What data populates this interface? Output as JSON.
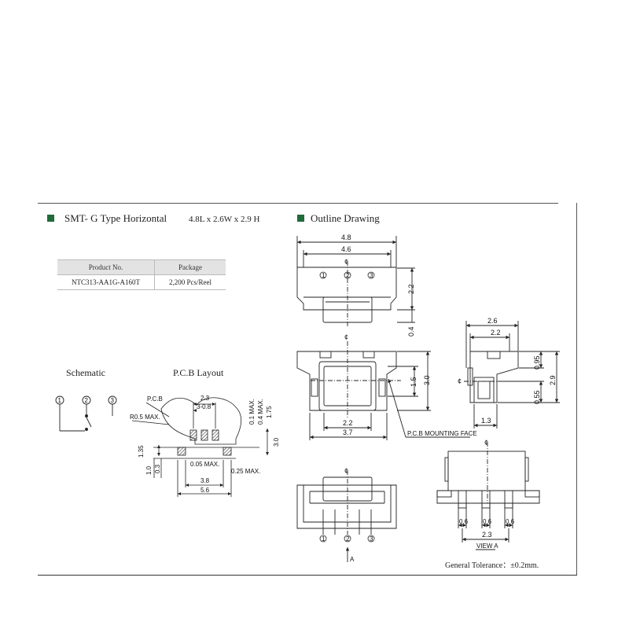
{
  "header": {
    "left_title": "SMT- G Type Horizontal",
    "left_dims": "4.8L x 2.6W x 2.9 H",
    "right_title": "Outline Drawing"
  },
  "product_table": {
    "headers": [
      "Product No.",
      "Package"
    ],
    "rows": [
      [
        "NTC313-AA1G-A160T",
        "2,200 Pcs/Reel"
      ]
    ]
  },
  "schematic": {
    "title": "Schematic",
    "pins": [
      "1",
      "2",
      "3"
    ]
  },
  "pcb_layout": {
    "title": "P.C.B Layout",
    "labels": {
      "pcb": "P.C.B",
      "r05": "R0.5 MAX.",
      "d23": "2.3",
      "d3x08": "3-0.8",
      "d01": "0.1 MAX.",
      "d04": "0.4 MAX.",
      "d175": "1.75",
      "d30": "3.0",
      "d135": "1.35",
      "d10": "1.0",
      "d03": "0.3",
      "d005": "0.05 MAX.",
      "d025": "0.25 MAX.",
      "d38": "3.8",
      "d56": "5.6"
    }
  },
  "outline": {
    "top_view": {
      "d48": "4.8",
      "d46": "4.6",
      "d22": "2.2",
      "d04": "0.4",
      "cl": "¢",
      "pins": [
        "1",
        "2",
        "3"
      ]
    },
    "bottom_view": {
      "d15": "1.5",
      "d30": "3.0",
      "d22": "2.2",
      "d37": "3.7",
      "mount": "P.C.B MOUNTING FACE",
      "cl": "¢"
    },
    "side_view": {
      "d26": "2.6",
      "d22": "2.2",
      "d095": "0.95",
      "d29": "2.9",
      "d055": "0.55",
      "d13": "1.3",
      "cl": "¢"
    },
    "front_view": {
      "cl": "¢",
      "pins": [
        "1",
        "2",
        "3"
      ],
      "arrow": "A"
    },
    "view_a": {
      "d06a": "0.6",
      "d06b": "0.6",
      "d06c": "0.6",
      "d23": "2.3",
      "title": "VIEW A",
      "cl": "¢"
    }
  },
  "footer": {
    "tolerance": "General Tolerance：±0.2mm."
  }
}
